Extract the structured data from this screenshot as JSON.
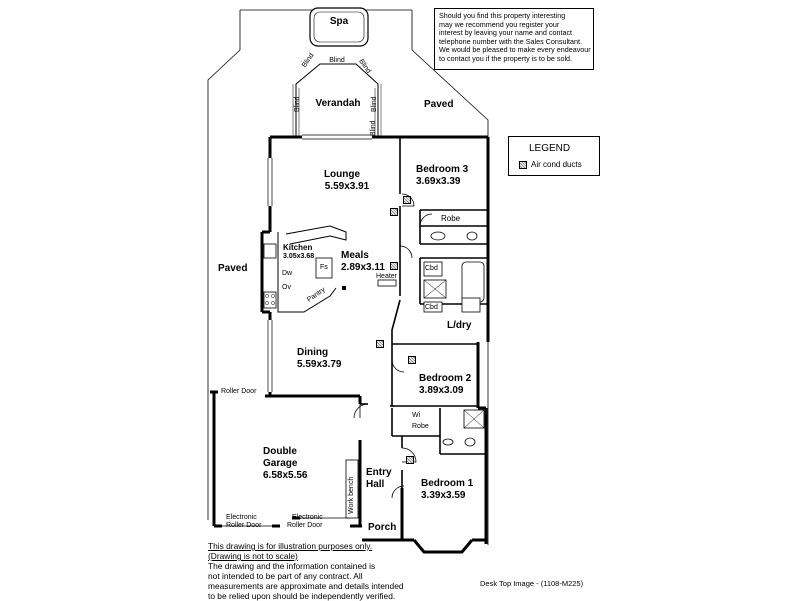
{
  "notice": {
    "lines": [
      "Should you find this property interesting",
      "may we recommend you register your",
      "interest by leaving your name and contact",
      "telephone number with the Sales Consultant.",
      "We would be pleased to make every endeavour",
      "to contact you if the property is to be sold."
    ]
  },
  "legend": {
    "title": "LEGEND",
    "item": "Air cond ducts"
  },
  "rooms": {
    "spa": "Spa",
    "verandah": "Verandah",
    "paved_top": "Paved",
    "paved_left": "Paved",
    "lounge_name": "Lounge",
    "lounge_size": "5.59x3.91",
    "bed3_name": "Bedroom 3",
    "bed3_size": "3.69x3.39",
    "kitchen_name": "Kitchen",
    "kitchen_size": "3.05x3.68",
    "meals_name": "Meals",
    "meals_size": "2.89x3.11",
    "dining_name": "Dining",
    "dining_size": "5.59x3.79",
    "bed2_name": "Bedroom 2",
    "bed2_size": "3.89x3.09",
    "garage_l1": "Double",
    "garage_l2": "Garage",
    "garage_size": "6.58x5.56",
    "entry_l1": "Entry",
    "entry_l2": "Hall",
    "bed1_name": "Bedroom 1",
    "bed1_size": "3.39x3.59",
    "porch": "Porch",
    "laundry": "L/dry"
  },
  "fixtures": {
    "blind": "Blind",
    "robe_top": "Robe",
    "robe_bottom": "Robe",
    "wi": "Wi",
    "cbd_top": "Cbd",
    "cbd_bottom": "Cbd",
    "fs": "Fs",
    "dw": "Dw",
    "ov": "Ov",
    "pantry": "Pantry",
    "heater": "Heater",
    "roller_door": "Roller Door",
    "electronic_1": "Electronic",
    "roller_1": "Roller Door",
    "electronic_2": "Electronic",
    "roller_2": "Roller Door",
    "work_bench": "Work bench"
  },
  "disclaimer": {
    "line1": "This drawing is for illustration purposes only.",
    "line2": "(Drawing is not to scale)",
    "line3": "The drawing and the information contained is",
    "line4": "not intended to be part of any contract.  All",
    "line5": "measurements are approximate and details intended",
    "line6": "to be relied upon should be independently verified."
  },
  "image_ref": "Desk Top Image - (1108-M225)"
}
